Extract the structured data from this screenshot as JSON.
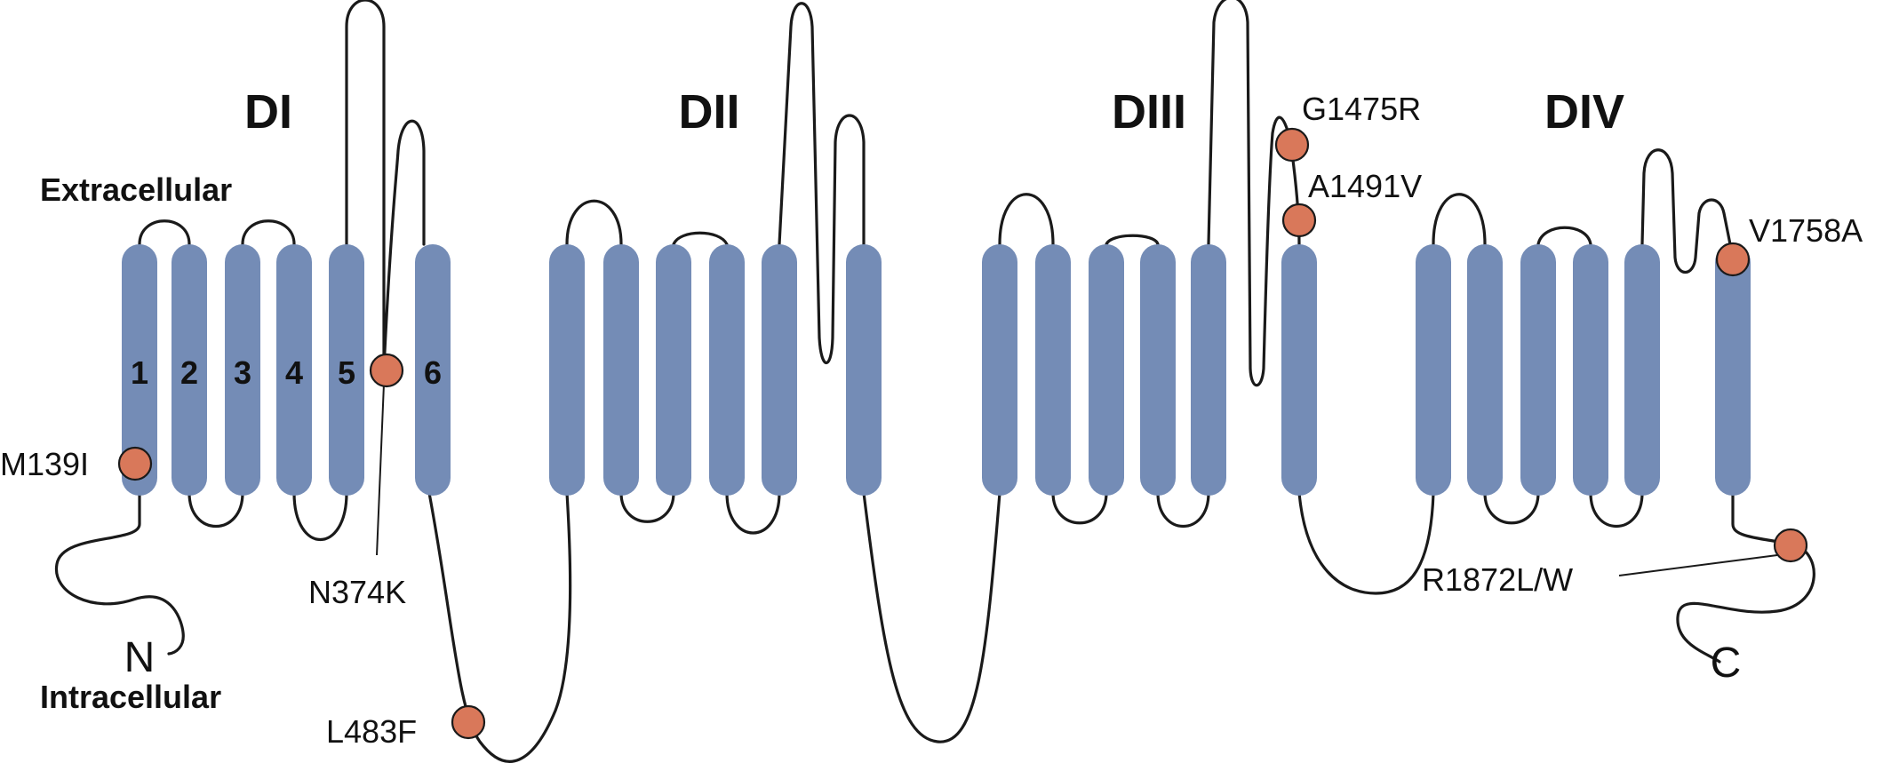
{
  "domains": {
    "d1": "DI",
    "d2": "DII",
    "d3": "DIII",
    "d4": "DIV"
  },
  "sides": {
    "extracellular": "Extracellular",
    "intracellular": "Intracellular"
  },
  "segments": [
    "1",
    "2",
    "3",
    "4",
    "5",
    "6"
  ],
  "termini": {
    "n": "N",
    "c": "C"
  },
  "mutations": {
    "m139i": "M139I",
    "n374k": "N374K",
    "l483f": "L483F",
    "g1475r": "G1475R",
    "a1491v": "A1491V",
    "v1758a": "V1758A",
    "r1872lw": "R1872L/W"
  },
  "colors": {
    "helix": "#748cb6",
    "mutation": "#d9785a",
    "line": "#1a1a1a"
  }
}
